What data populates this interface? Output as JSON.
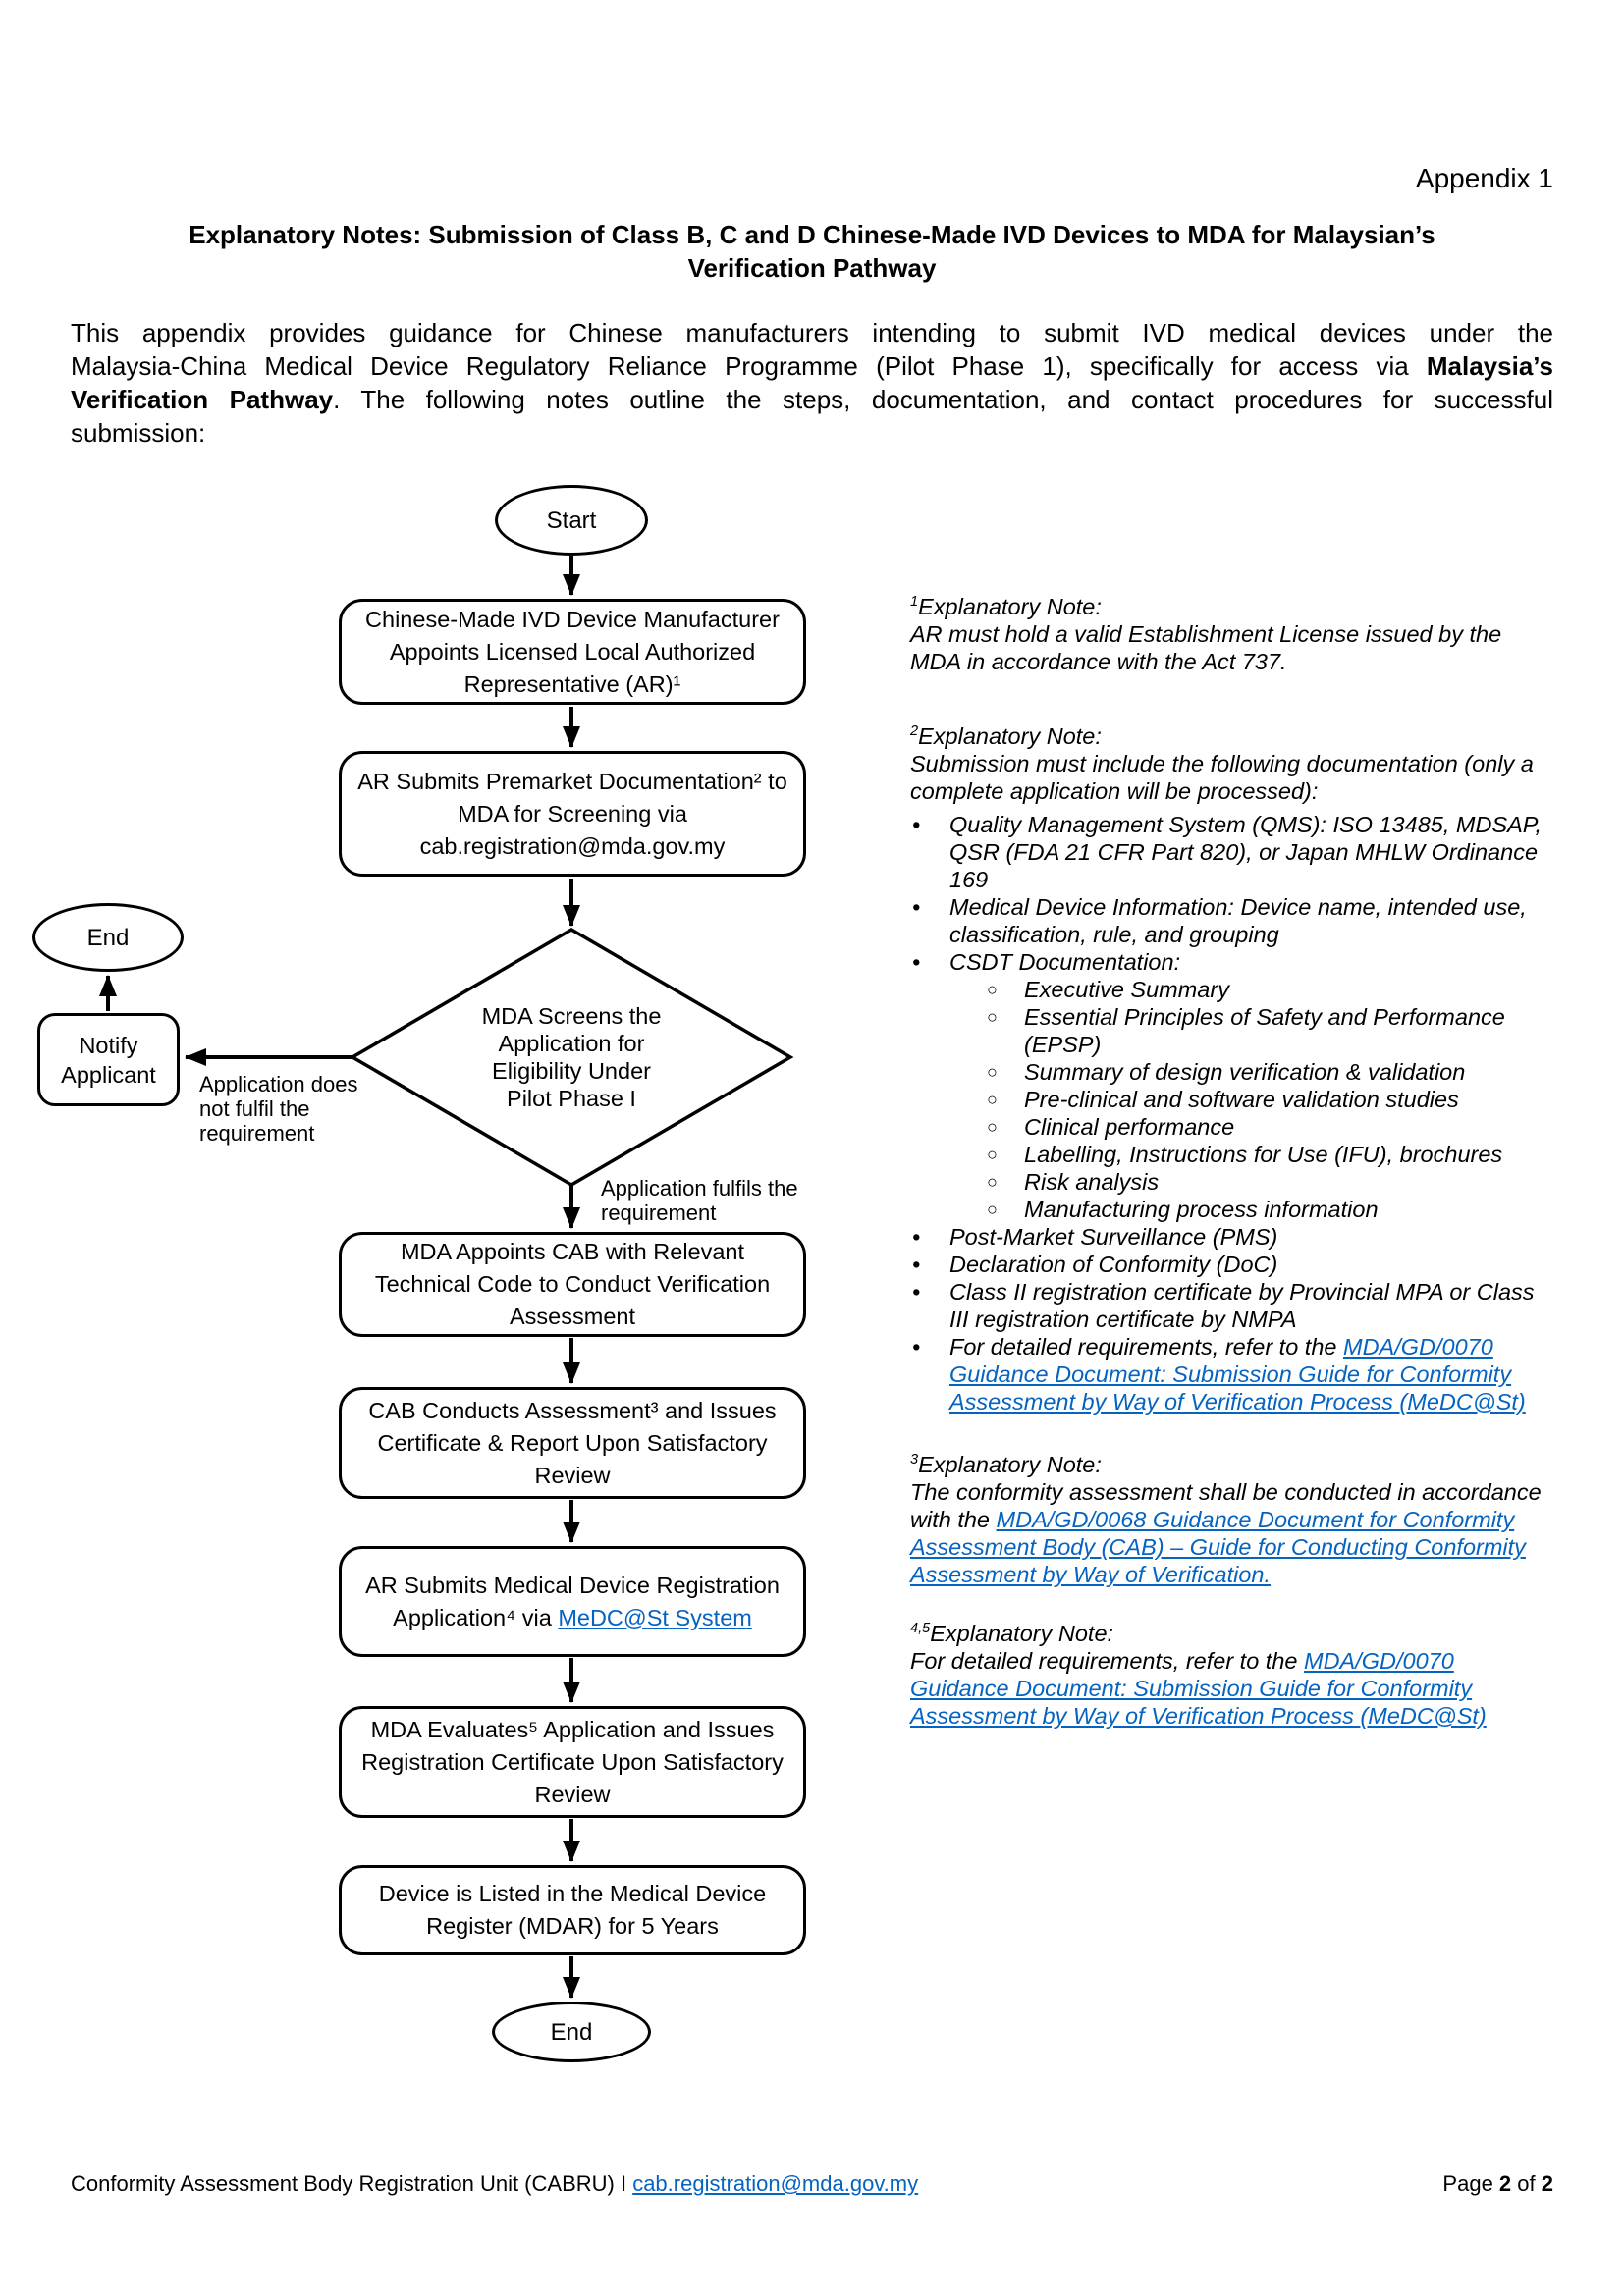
{
  "colors": {
    "link_blue": "#0563C1",
    "text": "#000000",
    "page_bg": "#ffffff"
  },
  "glyphs": {
    "bullet": "•",
    "circle": "○"
  },
  "header": {
    "appendix": "Appendix 1",
    "title_line1": "Explanatory Notes: Submission of Class B, C and D Chinese-Made IVD Devices to MDA for Malaysian’s",
    "title_line2": "Verification Pathway"
  },
  "intro": {
    "lines": [
      [
        {
          "t": "This appendix provides guidance for Chinese manufacturers intending to submit IVD medical devices under the"
        }
      ],
      [
        {
          "t": "Malaysia-China Medical Device Regulatory Reliance Programme (Pilot Phase 1), specifically for access via "
        },
        {
          "t": "Malaysia’s",
          "b": true
        }
      ],
      [
        {
          "t": "Verification Pathway",
          "b": true
        },
        {
          "t": ". The following notes outline the steps, documentation, and contact procedures for successful"
        }
      ],
      [
        {
          "t": "submission:"
        }
      ]
    ]
  },
  "flowchart": {
    "start": "Start",
    "box1": {
      "lines": [
        "Chinese-Made IVD Device Manufacturer",
        "Appoints Licensed Local Authorized",
        "Representative (AR)¹"
      ]
    },
    "box2": {
      "lines": [
        "AR Submits Premarket Documentation² to",
        "MDA for Screening via",
        "cab.registration@mda.gov.my"
      ]
    },
    "decision": {
      "lines": [
        "MDA Screens the",
        "Application for",
        "Eligibility Under",
        "Pilot Phase I"
      ]
    },
    "no_label": {
      "lines": [
        "Application does",
        "not fulfil the",
        "requirement"
      ]
    },
    "yes_label": {
      "lines": [
        "Application fulfils the",
        "requirement"
      ]
    },
    "notify": {
      "lines": [
        "Notify",
        "Applicant"
      ]
    },
    "end_left": "End",
    "box3": {
      "lines": [
        "MDA Appoints CAB with Relevant",
        "Technical Code to Conduct Verification",
        "Assessment"
      ]
    },
    "box4": {
      "lines": [
        "CAB Conducts Assessment³ and Issues",
        "Certificate & Report Upon Satisfactory",
        "Review"
      ]
    },
    "box5": {
      "line1": "AR Submits Medical Device Registration",
      "line2_pre": "Application⁴ via ",
      "line2_link": "MeDC@St System"
    },
    "box6": {
      "lines": [
        "MDA Evaluates⁵ Application and Issues",
        "Registration Certificate Upon Satisfactory",
        "Review"
      ]
    },
    "box7": {
      "lines": [
        "Device is Listed in the Medical Device",
        "Register (MDAR) for 5 Years"
      ]
    },
    "end": "End"
  },
  "notes": {
    "note1": {
      "sup": "1",
      "head": "Explanatory Note:",
      "body": "AR must hold a valid Establishment License issued by the MDA in accordance with the Act 737."
    },
    "note2": {
      "sup": "2",
      "head": "Explanatory Note:",
      "intro": "Submission must include the following documentation (only a complete application will be processed):",
      "bullets": [
        {
          "text": "Quality Management System (QMS): ISO 13485, MDSAP, QSR (FDA 21 CFR Part 820), or Japan MHLW Ordinance 169"
        },
        {
          "text": "Medical Device Information: Device name, intended use, classification, rule, and grouping"
        },
        {
          "text": "CSDT Documentation:",
          "subs": [
            "Executive Summary",
            "Essential Principles of Safety and Performance (EPSP)",
            "Summary of design verification & validation",
            "Pre-clinical and software validation studies",
            "Clinical performance",
            "Labelling, Instructions for Use (IFU), brochures",
            "Risk analysis",
            "Manufacturing process information"
          ]
        },
        {
          "text": "Post-Market Surveillance (PMS)"
        },
        {
          "text": "Declaration of Conformity (DoC)"
        },
        {
          "text": "Class II registration certificate by Provincial MPA or Class III registration certificate by NMPA"
        },
        {
          "pre": "For detailed requirements, refer to the ",
          "link": "MDA/GD/0070 Guidance Document: Submission Guide for Conformity Assessment by Way of Verification Process (MeDC@St)"
        }
      ]
    },
    "note3": {
      "sup": "3",
      "head": "Explanatory Note:",
      "pre": "The conformity assessment shall be conducted in accordance with the ",
      "link": "MDA/GD/0068 Guidance Document for Conformity Assessment Body (CAB) – Guide for Conducting Conformity Assessment by Way of Verification."
    },
    "note45": {
      "sup": "4,5",
      "head": "Explanatory Note:",
      "pre": "For detailed requirements, refer to the ",
      "link": "MDA/GD/0070 Guidance Document: Submission Guide for Conformity Assessment by Way of Verification Process (MeDC@St)"
    }
  },
  "footer": {
    "left": "Conformity Assessment Body Registration Unit (CABRU) I ",
    "email": "cab.registration@mda.gov.my",
    "page_label": "Page ",
    "page_current": "2",
    "page_of": " of ",
    "page_total": "2"
  }
}
